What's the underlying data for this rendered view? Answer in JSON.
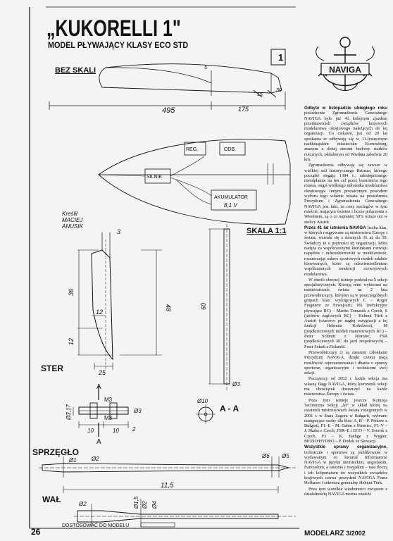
{
  "header": {
    "title": "„KUKORELLI 1\"",
    "subtitle": "MODEL PŁYWAJĄCY KLASY ECO STD"
  },
  "labels": {
    "bez_skali": "BEZ SKALI",
    "skala": "SKALA 1:1",
    "ster": "STER",
    "sprzeglo": "SPRZĘGŁO",
    "wal": "WAŁ",
    "a_a": "A - A"
  },
  "author": [
    "Kreślił",
    "MACIEJ",
    "ANUSIK"
  ],
  "hull_drawing": {
    "box_number": "1",
    "dim_length": "495",
    "dim_stern": "175",
    "dim_small1": "15",
    "dim_small2": "30",
    "dim_ht": "5",
    "reg_label": "REG.",
    "odb_label": "ODB.",
    "silnik_label": "SILNIK",
    "akumulator_label": "AKUMULATOR",
    "voltage": "8,1 V"
  },
  "ster_drawing": {
    "d3": "3",
    "d36": "36",
    "d48": "48",
    "d12a": "12",
    "d12b": "12",
    "d25": "25",
    "d60": "60",
    "phi3": "Ø3"
  },
  "sprzeglo_drawing": {
    "A1": "A",
    "A2": "A",
    "m3a": "M3",
    "m3b": "M3",
    "phi317": "Ø3,17",
    "phi3": "Ø3",
    "phi10": "Ø10",
    "w10a": "10",
    "w10b": "10",
    "w2": "2"
  },
  "wal_drawing": {
    "phi1": "Ø1",
    "phi2": "Ø2",
    "phi6": "Ø6",
    "phi5": "Ø5",
    "len": "11,5",
    "phi2b": "Ø2",
    "phi15": "Ø1,5",
    "phi12": "Ø2",
    "phi4": "Ø4",
    "dostosowac": "DOSTOSOWAĆ DO MODELU"
  },
  "logo": {
    "text": "NAVIGA"
  },
  "article": [
    {
      "bold": "Odbyte w listopadzie ubiegłego roku",
      "text": " posiedzenie Zgromadzenia Generalnego NAVIGA było już 41 kolejnym zjazdem przedstawicieli związków krajowych modelarstwa okrętowego należących do tej organizacji. Co ciekawe, już od 20 lat spotkania te odbywają się w 11-tysięcznym naddunajskim miasteczku Korneuburg, znanym z dużej stoczni budowy statków rzecznych, oddalonym od Wiednia zaledwie 20 km."
    },
    {
      "bold": "",
      "text": "Zgromadzenia odbywają się zawsze w wielkiej sali historycznego Ratusza, którego początki sięgają 1384 r., udostępnionego nieodpłatnie na ten cel przez burmistrza tego miasta, ongiś wielkiego miłośnika modelarstwa okrętowego. Innym prozaicznym powodem wyboru tego właśnie miasta na posiedzenia Prezydium i Zgromadzenia Generalnego NAVIGA jest fakt, że ceny noclegów w tym mieście, mającym świetne i liczne połączenia z Wiedniem, są o co najmniej 50% niższe niż w stolicy Austrii."
    },
    {
      "bold": "Przez 41 lat istnienia NAVIGA",
      "text": " liczba klas, w których rozgrywane są mistrzostwa Europy i świata, wzrosła się z dawnych 16 aż do 50. Świadczy to o prężności tej organizacji, która nadąża za współczesnymi kierunkami rozwoju napędów i mikroelektroniki w modelarstwie, rozszerzając zakres sportowych modeli zdalnie kierowanych, które są odzwierciedleniem współczesnych tendencji rozwojowych modelarstwa."
    },
    {
      "bold": "",
      "text": "W chwili obecnej istnieje podział na 5 sekcji specjalistycznych. Kierują nimi wybierani na mistrzostwach świata na 2 lata przewodniczący, którymi są w poszczególnych grupach klas: wyścigowych C – Roger Fragniere ze Szwajcarii, NS (redukcyjne pływające RC) – Martin Tomasek z Czech, S (jachtów żaglowych RC) – Helmut Türk z Austrii (czasowo po nagłej rezygnacji z tej funkcji Helmuta Koholzera), M (prędkościowych modeli manewrowych RC) – Peter Schmitt z Niemiec, FSR (prędkościowych RC do jazd zespołowych) – Peter Schaft z Holandii."
    },
    {
      "bold": "",
      "text": "Przewodniczący ci są zarazem członkami Prezydium NAVIGA, dzięki czemu mają możliwość reprezentowania i dbania o sprawy sportowe, organizacyjne i techniczne swej sekcji."
    },
    {
      "bold": "",
      "text": "Począwszy od 2002 r. każda sekcja ma własną flagę NAVIGA, którą kierownik sekcji ma obowiązek dostarczyć na każde mistrzostwa Europy i świata."
    },
    {
      "bold": "",
      "text": "Poza tym istnieje jeszcze Komisja Techniczna Sekcji „M\" w skład której na ostatnich mistrzostwach świata rozegranych w 2001 r. w Stara Zagora w Bułgarii, wybrano następujące osoby dla klas: A, B – P. Petkow z Bułgarii, F1–E – M. Dahm z Niemiec, F1–V – J. Skaba z Czech, FSR–E i ECO – V. Svorok z Czech, F3 – K. Bathge z Węgier, MONO/HYDRO – P. Dodek ze Słowacji."
    },
    {
      "bold": "Wszystkie sprawy organizacyjne,",
      "text": " techniczne i sportowe są publikowane w wydawanym co kwartał Informatorze NAVIGA w języku niemieckim, angielskim, francuskim, a ostatnio i rosyjskim – nasi tłoczą i ich kolportażem do wszystkich związków krajowych czuwa prezydent NAVIGA Franz Hofbauer i sekretarz generalny Helmut Türk."
    },
    {
      "bold": "",
      "text": "Poza tym wszelkie wiadomości związane z działalnością NAVIGA można znaleźć"
    }
  ],
  "footer": {
    "page": "26",
    "magazine": "MODELARZ",
    "issue": "3/2002"
  }
}
